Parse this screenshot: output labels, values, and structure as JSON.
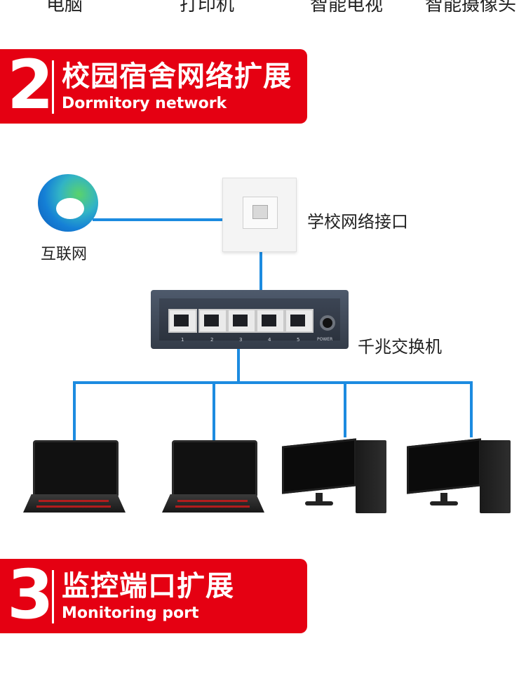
{
  "top_labels": [
    "电脑",
    "打印机",
    "智能电视",
    "智能摄像头"
  ],
  "section2": {
    "number": "2",
    "title_cn": "校园宿舍网络扩展",
    "title_en": "Dormitory network"
  },
  "diagram": {
    "internet_label": "互联网",
    "socket_label": "学校网络接口",
    "switch_label": "千兆交换机",
    "port_numbers": [
      "1",
      "2",
      "3",
      "4",
      "5"
    ],
    "power_label": "POWER"
  },
  "section3": {
    "number": "3",
    "title_cn": "监控端口扩展",
    "title_en": "Monitoring port"
  },
  "colors": {
    "banner": "#e50012",
    "wire": "#1c8be0"
  },
  "icons": [
    "edge-browser-icon",
    "wall-socket-icon",
    "network-switch-icon",
    "laptop-icon",
    "desktop-computer-icon"
  ]
}
